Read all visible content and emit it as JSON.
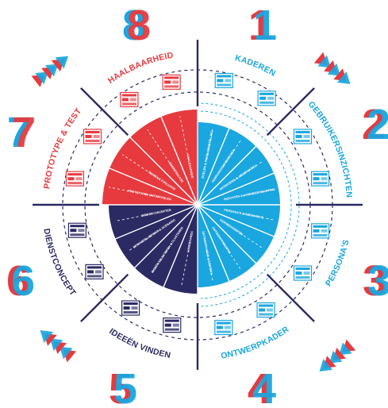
{
  "colors": {
    "blue": "#1aa6df",
    "blue_light": "#5bc2ec",
    "red": "#e63a3f",
    "red_light": "#ee6a6d",
    "navy": "#2c2a63",
    "navy_light": "#4a4880",
    "line": "#2c2a63",
    "dashes": "#2c2a63"
  },
  "phases": [
    {
      "number": "1",
      "label": "KADEREN",
      "color": "blue"
    },
    {
      "number": "2",
      "label": "GEBRUIKERSINZICHTEN",
      "color": "blue"
    },
    {
      "number": "3",
      "label": "PERSONA'S",
      "color": "blue"
    },
    {
      "number": "4",
      "label": "ONTWERPKADER",
      "color": "blue"
    },
    {
      "number": "5",
      "label": "IDEEËN VINDEN",
      "color": "navy"
    },
    {
      "number": "6",
      "label": "DIENSTCONCEPT",
      "color": "navy"
    },
    {
      "number": "7",
      "label": "PROTOTYPE & TEST",
      "color": "red"
    },
    {
      "number": "8",
      "label": "HAALBAARHEID",
      "color": "red"
    }
  ],
  "sector_labels": {
    "blue": [
      "DOELEN & PROBLEEMSTELLING",
      "GEBRUIKERSONDERZOEK",
      "INTERVIEWS & OBSERVATIES",
      "INZICHTEN & AFFINITEITSMAPPING",
      "PERSONA'S & SCENARIO'S",
      "KERNBEHOEFTEN",
      "ONTWERPPRINCIPES",
      "ONTWERPKADER & CRITERIA"
    ],
    "navy": [
      "LUNDBOARDS",
      "IDEEËN SELECTEREN & CLUSTEREN",
      "SERVICEBLUEPRINT & SCENARIO",
      "DIENSTCONCEPTEN"
    ],
    "red": [
      "PROTOTYPEN ONTWIKKELEN",
      "TESTEN & EVALUATIE",
      "BUSINESSCASE",
      "HAALBAARHEID"
    ]
  },
  "arrows": [
    "arrows-1-2",
    "arrows-3-4",
    "arrows-5-6",
    "arrows-7-8"
  ]
}
